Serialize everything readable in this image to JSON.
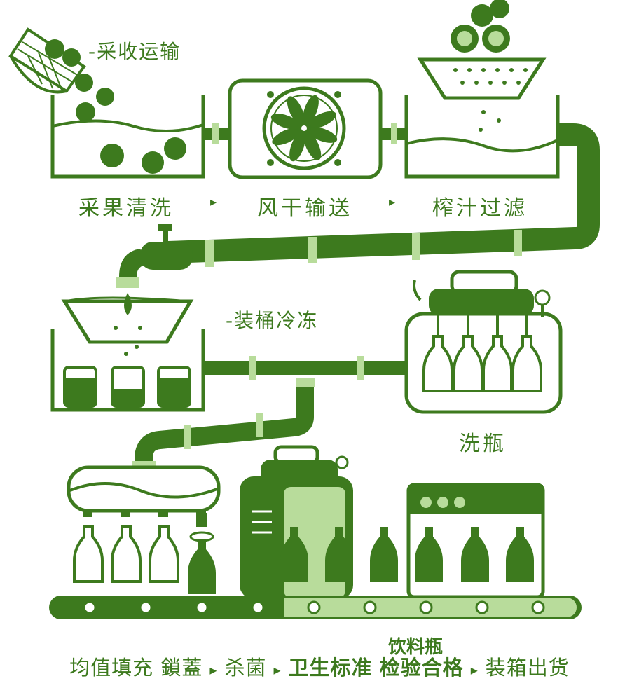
{
  "colors": {
    "dark_green": "#3d7a1e",
    "light_green": "#b8dc9b",
    "white": "#ffffff"
  },
  "stage_labels": {
    "harvest": "-采收运输",
    "wash": "采果清洗",
    "dry": "风干输送",
    "press": "榨汁过滤",
    "freeze": "-装桶冷冻",
    "bottle_wash": "洗瓶"
  },
  "arrows": {
    "symbol": "▸"
  },
  "bottom_caption": {
    "note": "饮料瓶",
    "fill_cap": "均值填充 鎖蓋",
    "sterilize": "杀菌",
    "standard": "卫生标准",
    "inspect": "检验合格",
    "pack": "装箱出货"
  }
}
